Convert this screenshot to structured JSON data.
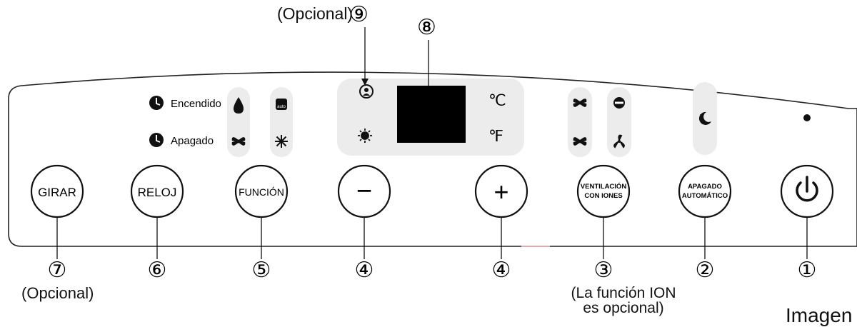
{
  "top_callouts": {
    "optional_label": "(Opcional)",
    "num_9": "⑨",
    "num_8": "⑧"
  },
  "timer_labels": {
    "on": "Encendido",
    "off": "Apagado"
  },
  "display_units": {
    "celsius": "℃",
    "fahrenheit": "℉"
  },
  "buttons": [
    {
      "id": "girar",
      "label": "GIRAR",
      "number": "⑦"
    },
    {
      "id": "reloj",
      "label": "RELOJ",
      "number": "⑥"
    },
    {
      "id": "funcion",
      "label": "FUNCIÓN",
      "number": "⑤"
    },
    {
      "id": "minus",
      "label": "−",
      "number": "④"
    },
    {
      "id": "plus",
      "label": "+",
      "number": "④"
    },
    {
      "id": "ventilacion",
      "label_line1": "VENTILACIÓN",
      "label_line2": "CON IONES",
      "number": "③"
    },
    {
      "id": "apagado",
      "label_line1": "APAGADO",
      "label_line2": "AUTOMÁTICO",
      "number": "②"
    },
    {
      "id": "power",
      "label": "",
      "number": "①"
    }
  ],
  "bottom_notes": {
    "girar_optional": "(Opcional)",
    "ion_line1": "(La función ION",
    "ion_line2": "es opcional)"
  },
  "caption": "Imagen",
  "icons": [
    "clock-icon",
    "drop-icon",
    "auto-icon",
    "fan-icon",
    "snowflake-icon",
    "person-icon",
    "sun-icon",
    "fan-high-icon",
    "fan-mid-icon",
    "fan-low-icon",
    "ion-icon",
    "moon-icon",
    "led-dot-icon",
    "power-icon"
  ]
}
